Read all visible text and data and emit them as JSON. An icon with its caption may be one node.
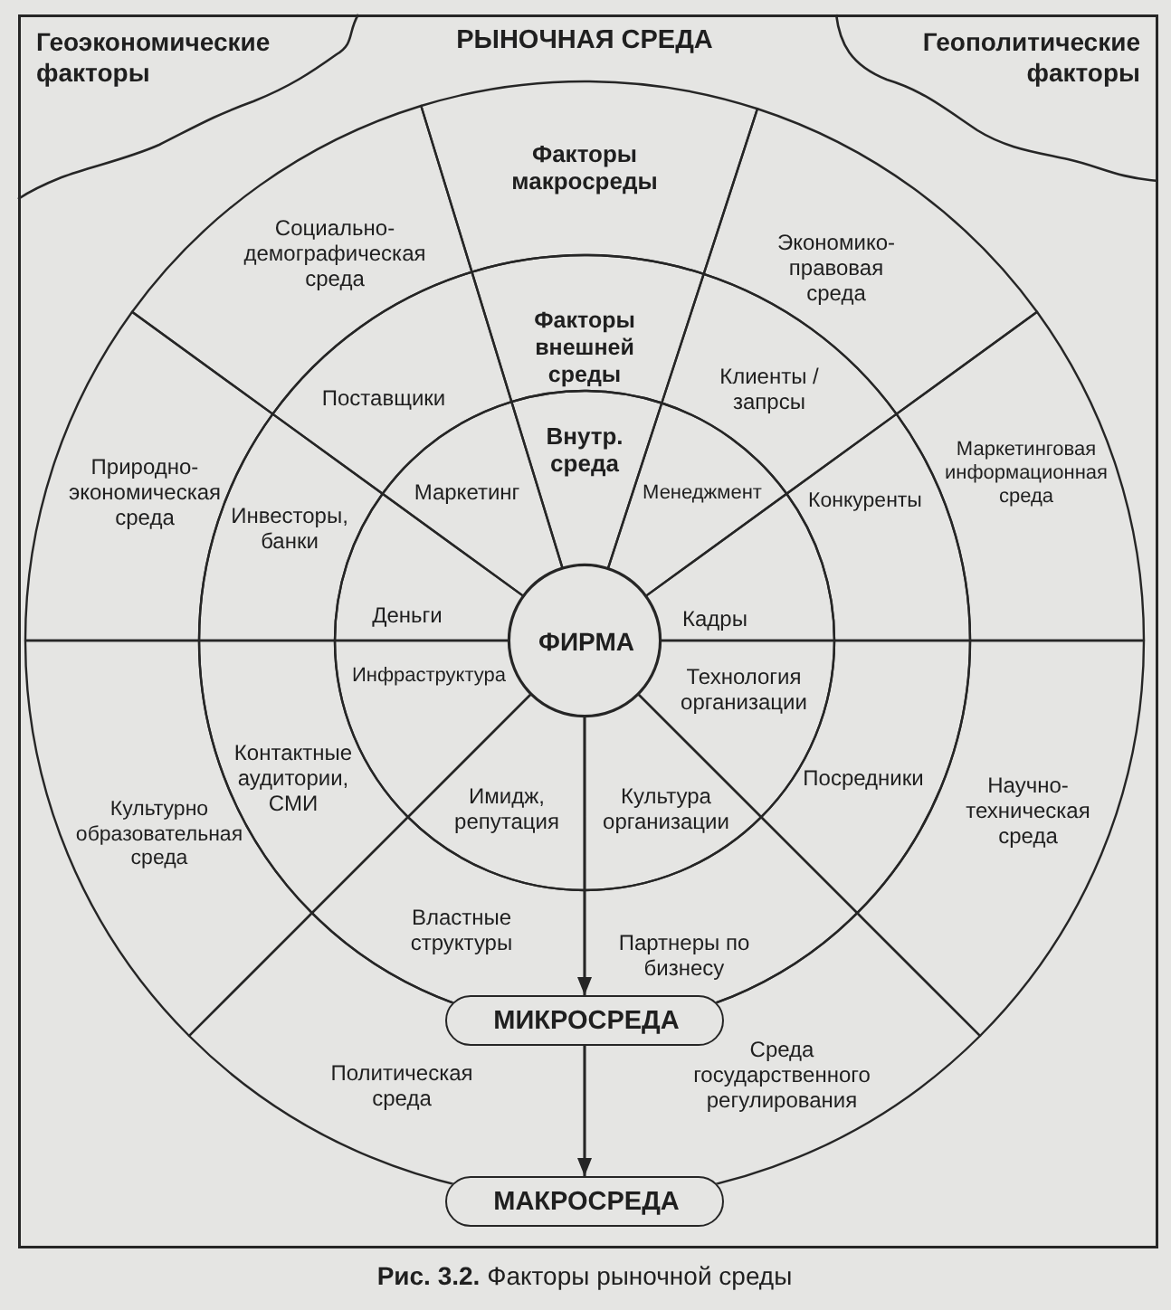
{
  "diagram": {
    "caption": "**Рис. 3.2.** Факторы рыночной среды",
    "nodes": [
      {
        "text": [
          "РЫНОЧНАЯ СРЕДА"
        ]
      },
      {
        "text": [
          "Геоэкономические факторы"
        ],
        "in": 0
      },
      {
        "text": [
          "Геополитические факторы"
        ],
        "in": 0
      },
      {
        "text": [
          "Факторы макросреды"
        ],
        "in": 0
      },
      {
        "text": [
          "Экономико-правовая среда"
        ],
        "in": 0
      },
      {
        "text": [
          "Маркетинговая информационная среда"
        ],
        "in": 0
      },
      {
        "text": [
          "Научно-техническая среда"
        ],
        "in": 0
      },
      {
        "text": [
          "Среда государственного регулирования"
        ],
        "in": 0
      },
      {
        "text": [
          "Политическая среда"
        ],
        "in": 0
      },
      {
        "text": [
          "Культурно образовательная среда"
        ],
        "in": 0
      },
      {
        "text": [
          "Природно-экономическая среда"
        ],
        "in": 0
      },
      {
        "text": [
          "Социально-демографическая среда"
        ],
        "in": 0
      },
      {
        "text": [
          "Факторы внешней среды"
        ],
        "in": 0
      },
      {
        "text": [
          "Клиенты /запрсы"
        ],
        "in": 0
      },
      {
        "text": [
          "Конкуренты"
        ],
        "in": 0
      },
      {
        "text": [
          "Посредники"
        ],
        "in": 0
      },
      {
        "text": [
          "Партнеры по бизнесу"
        ],
        "in": 0
      },
      {
        "text": [
          "Властные структуры"
        ],
        "in": 0
      },
      {
        "text": [
          "Контактные аудитории, СМИ"
        ],
        "in": 0
      },
      {
        "text": [
          "Инвесторы, банки"
        ],
        "in": 0
      },
      {
        "text": [
          "Поставщики"
        ],
        "in": 0
      },
      {
        "text": [
          "Внутр. среда"
        ],
        "in": 0
      },
      {
        "text": [
          "Менеджмент"
        ],
        "in": 0
      },
      {
        "text": [
          "Кадры"
        ],
        "in": 0
      },
      {
        "text": [
          "Технология организации"
        ],
        "in": 0
      },
      {
        "text": [
          "Культура организации"
        ],
        "in": 0
      },
      {
        "text": [
          "Имидж, репутация"
        ],
        "in": 0
      },
      {
        "text": [
          "Инфраструктура"
        ],
        "in": 0
      },
      {
        "text": [
          "Деньги"
        ],
        "in": 0
      },
      {
        "text": [
          "Маркетинг"
        ],
        "in": 0
      },
      {
        "text": [
          "ФИРМА"
        ],
        "in": 0
      },
      {
        "text": [
          "МИКРОСРЕДА"
        ],
        "in": 0
      },
      {
        "text": [
          "МАКРОСРЕДА"
        ],
        "in": 0
      }
    ],
    "edges": [
      {
        "from": 30,
        "to": 31,
        "arrow": "to"
      },
      {
        "from": 31,
        "to": 32,
        "arrow": "to"
      }
    ]
  }
}
